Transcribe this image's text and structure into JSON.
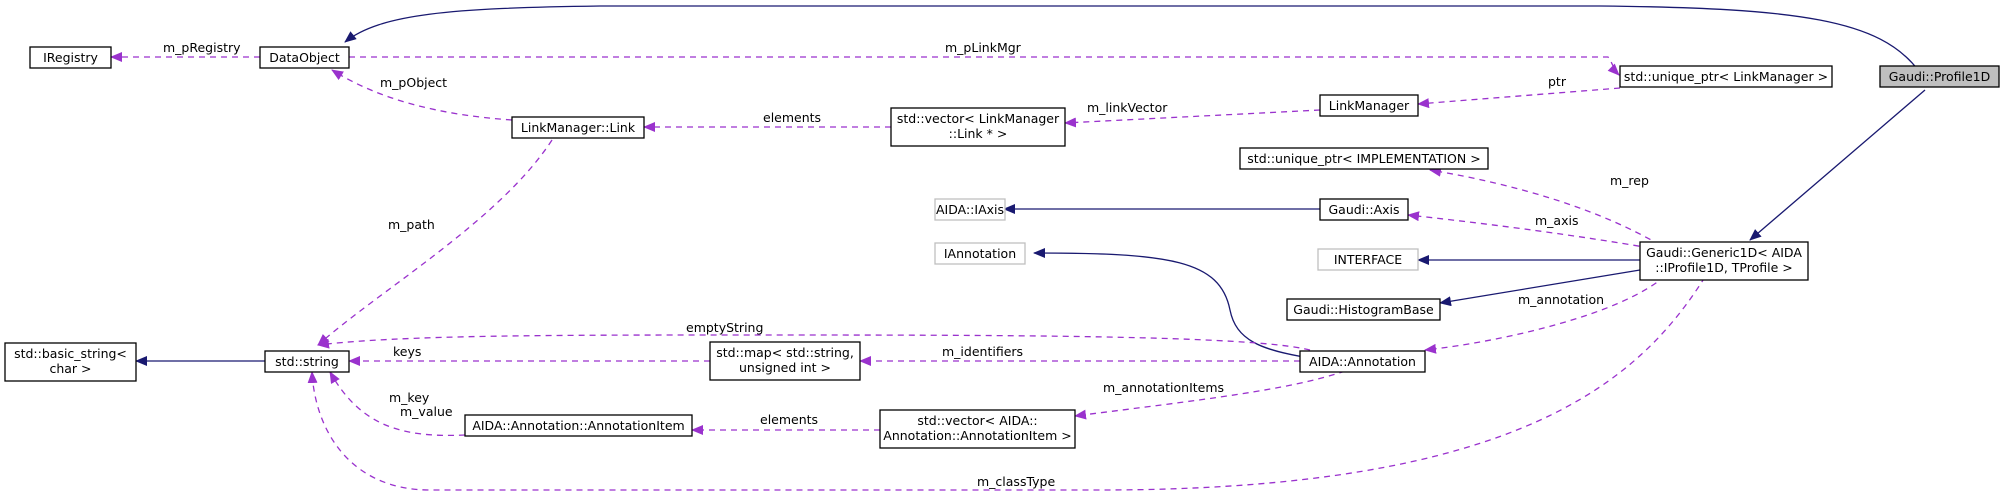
{
  "colors": {
    "inheritance_edge": "#191970",
    "usage_edge": "#9a32cd",
    "highlight_fill": "#bfbfbf",
    "external_border": "#bfbfbf"
  },
  "nodes": {
    "profile1d": {
      "lines": [
        "Gaudi::Profile1D"
      ]
    },
    "dataobject": {
      "lines": [
        "DataObject"
      ]
    },
    "iregistry": {
      "lines": [
        "IRegistry"
      ]
    },
    "unique_ptr_linkmgr": {
      "lines": [
        "std::unique_ptr< LinkManager >"
      ]
    },
    "linkmanager": {
      "lines": [
        "LinkManager"
      ]
    },
    "linkmanager_link": {
      "lines": [
        "LinkManager::Link"
      ]
    },
    "vector_link": {
      "lines": [
        "std::vector< LinkManager",
        "::Link * >"
      ]
    },
    "unique_ptr_impl": {
      "lines": [
        "std::unique_ptr< IMPLEMENTATION >"
      ]
    },
    "aida_iaxis": {
      "lines": [
        "AIDA::IAxis"
      ]
    },
    "gaudi_axis": {
      "lines": [
        "Gaudi::Axis"
      ]
    },
    "iannotation": {
      "lines": [
        "IAnnotation"
      ]
    },
    "interface": {
      "lines": [
        "INTERFACE"
      ]
    },
    "generic1d": {
      "lines": [
        "Gaudi::Generic1D< AIDA",
        "::IProfile1D, TProfile >"
      ]
    },
    "histogrambase": {
      "lines": [
        "Gaudi::HistogramBase"
      ]
    },
    "basic_string": {
      "lines": [
        "std::basic_string<",
        "char >"
      ]
    },
    "std_string": {
      "lines": [
        "std::string"
      ]
    },
    "map": {
      "lines": [
        "std::map< std::string,",
        "unsigned int >"
      ]
    },
    "aida_annotation": {
      "lines": [
        "AIDA::Annotation"
      ]
    },
    "annotation_item": {
      "lines": [
        "AIDA::Annotation::AnnotationItem"
      ]
    },
    "vector_item": {
      "lines": [
        "std::vector< AIDA::",
        "Annotation::AnnotationItem >"
      ]
    }
  },
  "edge_labels": {
    "m_pRegistry": "m_pRegistry",
    "m_pLinkMgr": "m_pLinkMgr",
    "m_pObject": "m_pObject",
    "ptr": "ptr",
    "elements_link": "elements",
    "m_linkVector": "m_linkVector",
    "m_rep": "m_rep",
    "m_axis": "m_axis",
    "m_path": "m_path",
    "m_annotation": "m_annotation",
    "emptyString": "emptyString",
    "keys": "keys",
    "m_identifiers": "m_identifiers",
    "m_annotationItems": "m_annotationItems",
    "m_key": "m_key",
    "m_value": "m_value",
    "elements_item": "elements",
    "m_classType": "m_classType"
  }
}
